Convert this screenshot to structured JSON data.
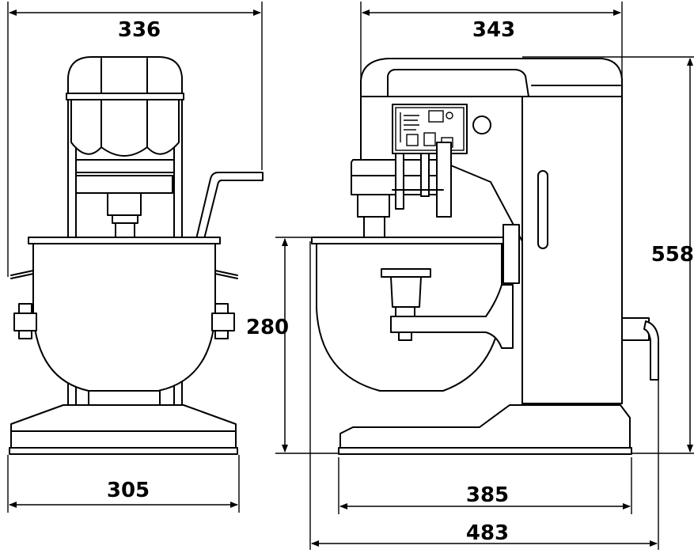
{
  "drawing": {
    "dimensions": {
      "front_top_width": "336",
      "front_base_width": "305",
      "side_top_width": "343",
      "side_height_total": "558",
      "side_bowl_height": "280",
      "side_base_width": "385",
      "side_total_depth": "483"
    }
  }
}
